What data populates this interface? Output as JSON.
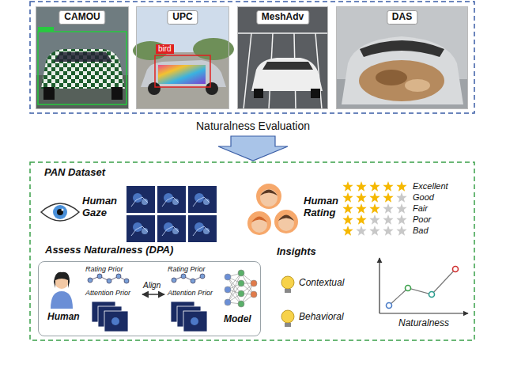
{
  "diagram": {
    "nodes": [
      {
        "text": [
          "CAMOU"
        ]
      },
      {
        "text": [
          "UPC"
        ]
      },
      {
        "text": [
          "MeshAdv"
        ]
      },
      {
        "text": [
          "DAS"
        ]
      },
      {
        "text": [
          "Assess Naturalness (DPA)"
        ]
      }
    ],
    "labels": [
      "bird",
      "Naturalness Evaluation",
      "PAN Dataset",
      "Human Gaze",
      "Human Rating",
      "Excellent",
      "Good",
      "Fair",
      "Poor",
      "Bad",
      "Human",
      "Rating Prior",
      "Attention Prior",
      "Align",
      "Rating Prior",
      "Attention Prior",
      "Model",
      "Insights",
      "Contextual",
      "Behavioral",
      "Naturalness"
    ]
  }
}
